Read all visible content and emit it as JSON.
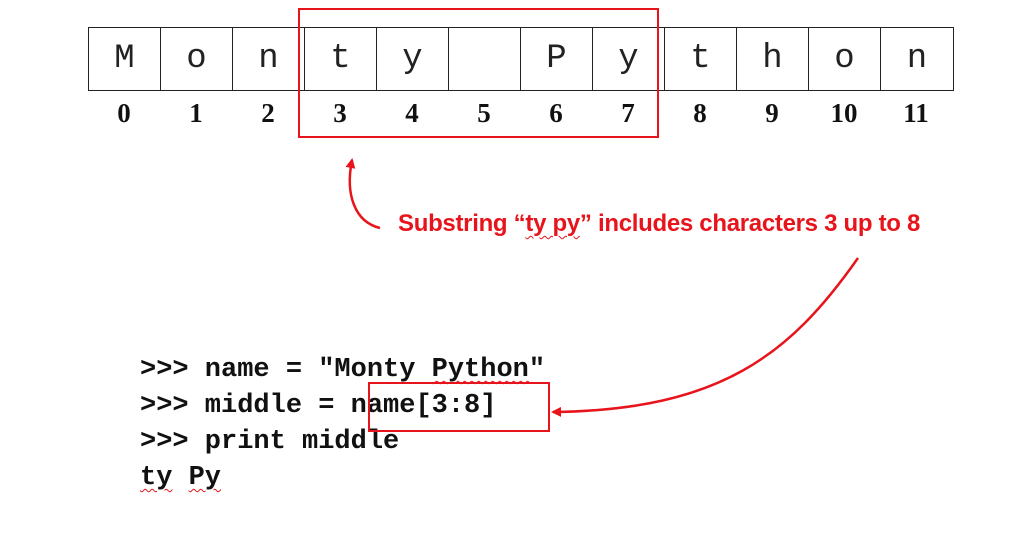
{
  "string_cells": [
    "M",
    "o",
    "n",
    "t",
    "y",
    "",
    "P",
    "y",
    "t",
    "h",
    "o",
    "n"
  ],
  "index_labels": [
    "0",
    "1",
    "2",
    "3",
    "4",
    "5",
    "6",
    "7",
    "8",
    "9",
    "10",
    "11"
  ],
  "annotation": {
    "before": "Substring “",
    "squiggle": "ty py",
    "after": "” includes characters 3 up to 8"
  },
  "code": {
    "line1_prefix": ">>> name = \"Monty ",
    "line1_squiggle": "Python",
    "line1_suffix": "\"",
    "line2_prefix": ">>> middle = ",
    "line2_highlight": "name[3:8]",
    "line3": ">>> print middle",
    "output_part1": "ty",
    "output_part2": "Py"
  },
  "colors": {
    "accent": "#e8141c",
    "text": "#111111",
    "cell_border": "#222222"
  }
}
